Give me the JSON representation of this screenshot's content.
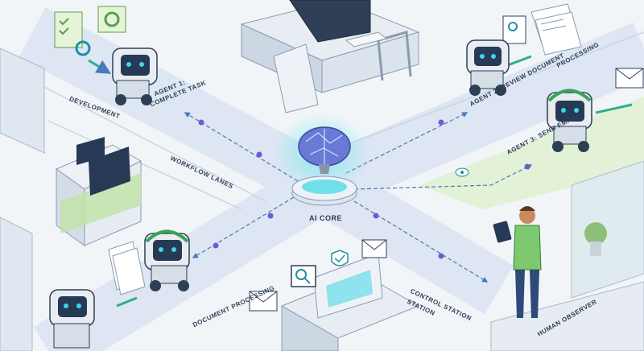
{
  "labels": {
    "ai_core": "AI CORE",
    "development": "DEVELOPMENT",
    "workflow_lanes": "WORKFLOW LANES",
    "agent1_line1": "AGENT 1:",
    "agent1_line2": "COMPLETE TASK",
    "agent2": "AGENT 2: REVIEW DOCUMENT",
    "agent3": "AGENT 3: SEND EMAIL",
    "processing": "PROCESSING",
    "document_processing": "DOCUMENT PROCESSING",
    "control_station_line1": "CONTROL STATION",
    "control_station_line2": "STATION",
    "human_observer": "HUMAN OBSERVER"
  },
  "icons": [
    "brain-icon",
    "robot-icon",
    "checklist-icon",
    "gear-icon",
    "document-icon",
    "envelope-icon",
    "magnifier-icon",
    "shield-check-icon",
    "eye-icon",
    "tablet-icon",
    "monitor-icon",
    "plant-icon"
  ],
  "colors": {
    "accent": "#1e8fa6",
    "lane": "#e4ebf5",
    "green_zone": "#e3f2d6",
    "robot_body": "#e9edf2",
    "robot_screen": "#263a55",
    "robot_eye": "#3fd6e6",
    "node": "#6b5bd6"
  }
}
